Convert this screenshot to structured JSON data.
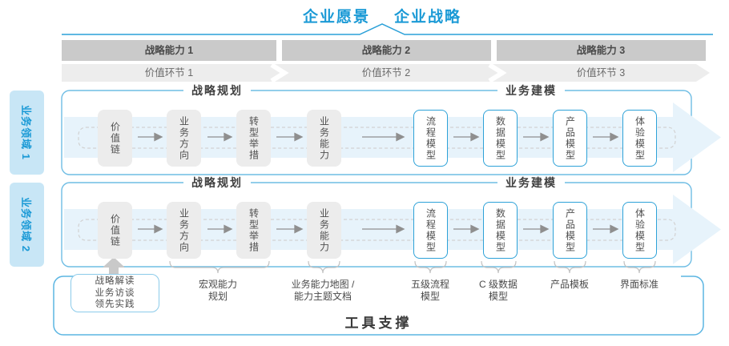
{
  "header": {
    "vision": "企业愿景",
    "strategy": "企业战略"
  },
  "strategic_capabilities": [
    "战略能力 1",
    "战略能力 2",
    "战略能力 3"
  ],
  "value_links": [
    "价值环节 1",
    "价值环节 2",
    "价值环节 3"
  ],
  "domains": [
    {
      "label": "业务领域 1",
      "sections": [
        {
          "title": "战略规划"
        },
        {
          "title": "业务建模"
        }
      ],
      "boxes": [
        {
          "label": "价值链",
          "variant": "gray"
        },
        {
          "label": "业务方向",
          "variant": "gray"
        },
        {
          "label": "转型举措",
          "variant": "gray"
        },
        {
          "label": "业务能力",
          "variant": "gray"
        },
        {
          "label": "流程模型",
          "variant": "outlined"
        },
        {
          "label": "数据模型",
          "variant": "outlined"
        },
        {
          "label": "产品模型",
          "variant": "outlined"
        },
        {
          "label": "体验模型",
          "variant": "outlined"
        }
      ]
    },
    {
      "label": "业务领域 2",
      "sections": [
        {
          "title": "战略规划"
        },
        {
          "title": "业务建模"
        }
      ],
      "boxes": [
        {
          "label": "价值链",
          "variant": "gray"
        },
        {
          "label": "业务方向",
          "variant": "gray"
        },
        {
          "label": "转型举措",
          "variant": "gray"
        },
        {
          "label": "业务能力",
          "variant": "gray"
        },
        {
          "label": "流程模型",
          "variant": "outlined"
        },
        {
          "label": "数据模型",
          "variant": "outlined"
        },
        {
          "label": "产品模型",
          "variant": "outlined"
        },
        {
          "label": "体验模型",
          "variant": "outlined"
        }
      ]
    }
  ],
  "annotations": {
    "practice_box": [
      "战略解读",
      "业务访谈",
      "领先实践"
    ],
    "labels": [
      {
        "line1": "宏观能力",
        "line2": "规划"
      },
      {
        "line1": "业务能力地图 /",
        "line2": "能力主题文档"
      },
      {
        "line1": "五级流程",
        "line2": "模型"
      },
      {
        "line1": "C 级数据",
        "line2": "模型"
      },
      {
        "line1": "产品模板",
        "line2": ""
      },
      {
        "line1": "界面标准",
        "line2": ""
      }
    ]
  },
  "tool_support": "工具支撑",
  "colors": {
    "accent_blue": "#1b9ad6",
    "container_border_blue": "#6fbde4",
    "box_border_blue": "#2ea2d8",
    "domain_label_bg": "#c8e6f6",
    "capability_band_gray": "#cacaca",
    "value_band_gray": "#ededed",
    "box_gray": "#ececec",
    "flow_arrow_band_blue": "#e7f3fb",
    "step_arrow_gray": "#8f8f8f",
    "text_dark": "#3f3f3f"
  }
}
